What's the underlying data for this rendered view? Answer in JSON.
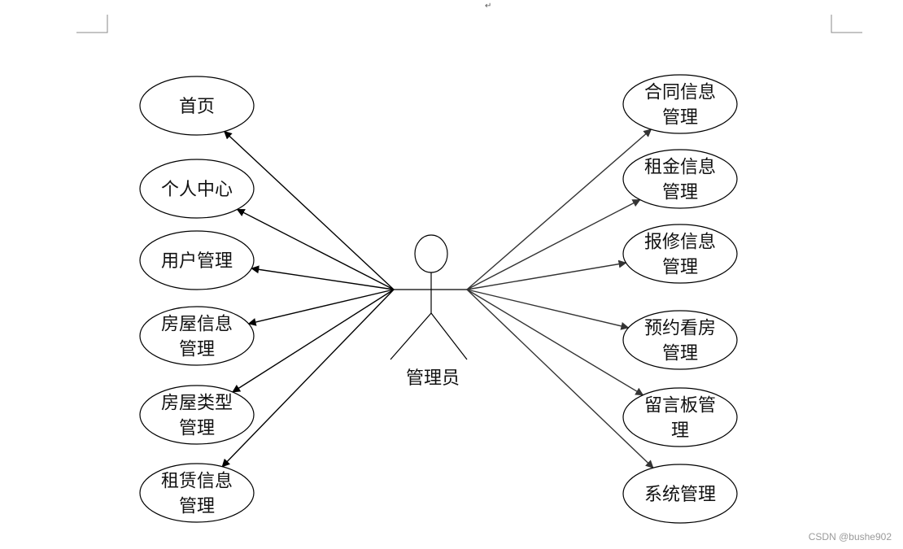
{
  "paragraph_mark": "↵",
  "actor": {
    "label": "管理员"
  },
  "left_use_cases": [
    {
      "lines": [
        "首页"
      ]
    },
    {
      "lines": [
        "个人中心"
      ]
    },
    {
      "lines": [
        "用户管理"
      ]
    },
    {
      "lines": [
        "房屋信息",
        "管理"
      ]
    },
    {
      "lines": [
        "房屋类型",
        "管理"
      ]
    },
    {
      "lines": [
        "租赁信息",
        "管理"
      ]
    }
  ],
  "right_use_cases": [
    {
      "lines": [
        "合同信息",
        "管理"
      ]
    },
    {
      "lines": [
        "租金信息",
        "管理"
      ]
    },
    {
      "lines": [
        "报修信息",
        "管理"
      ]
    },
    {
      "lines": [
        "预约看房",
        "管理"
      ]
    },
    {
      "lines": [
        "留言板管",
        "理"
      ]
    },
    {
      "lines": [
        "系统管理"
      ]
    }
  ],
  "watermark": "CSDN @bushe902",
  "colors": {
    "stroke": "#000000",
    "right_arrow": "#333333",
    "margin_marks": "#888888"
  }
}
